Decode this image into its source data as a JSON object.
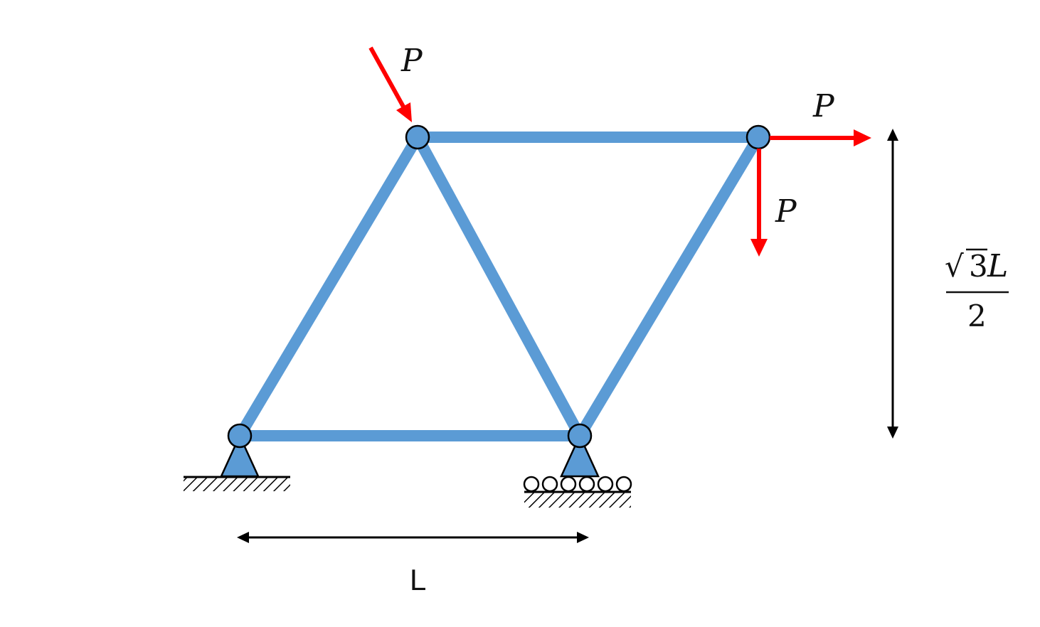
{
  "loads": {
    "top_left_force_label": "P",
    "top_right_horizontal_force_label": "P",
    "top_right_vertical_force_label": "P"
  },
  "dimensions": {
    "width_label": "L",
    "height_label": {
      "radical": "√",
      "radicand": "3",
      "variable": "L",
      "denominator": "2"
    }
  },
  "colors": {
    "member": "#5b9bd5",
    "load_arrow": "#ff0000",
    "dimension_line": "#000000",
    "outline": "#000000"
  }
}
